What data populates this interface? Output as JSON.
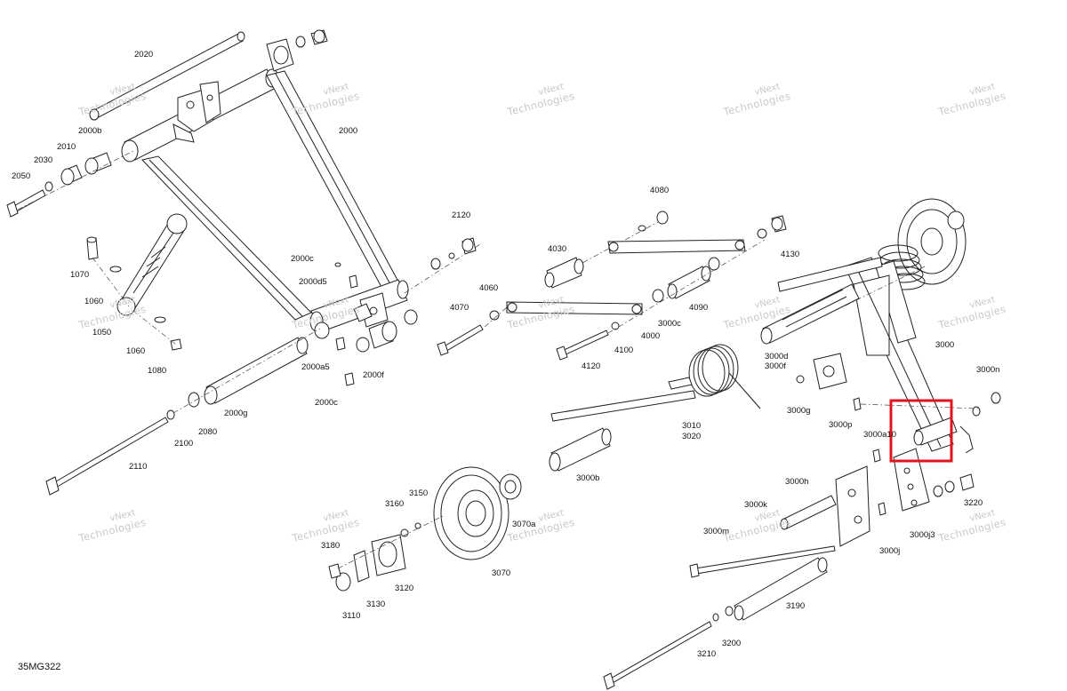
{
  "diagram_code": "35MG322",
  "watermark": {
    "line1": "vNext",
    "line2": "Technologies"
  },
  "highlight_color": "#e0141e",
  "labels": {
    "p2020": "2020",
    "p2000b": "2000b",
    "p2010": "2010",
    "p2030": "2030",
    "p2050": "2050",
    "p2000": "2000",
    "p1070": "1070",
    "p1060a": "1060",
    "p1050": "1050",
    "p1060b": "1060",
    "p1080": "1080",
    "p2120": "2120",
    "p2000c_a": "2000c",
    "p2000d5": "2000d5",
    "p2000a5": "2000a5",
    "p2000f": "2000f",
    "p2000c_b": "2000c",
    "p2000g": "2000g",
    "p2100": "2100",
    "p2080": "2080",
    "p2110": "2110",
    "p4080": "4080",
    "p4030": "4030",
    "p4130": "4130",
    "p4060": "4060",
    "p4070": "4070",
    "p4090": "4090",
    "p3000c": "3000c",
    "p4000": "4000",
    "p4100": "4100",
    "p4120": "4120",
    "p3000": "3000",
    "p3000d": "3000d",
    "p3000f": "3000f",
    "p3000n": "3000n",
    "p3000g": "3000g",
    "p3000p": "3000p",
    "p3000a10": "3000a10",
    "p3010": "3010",
    "p3020": "3020",
    "p3000b": "3000b",
    "p3000h": "3000h",
    "p3220": "3220",
    "p3000k": "3000k",
    "p3000m": "3000m",
    "p3000j3": "3000j3",
    "p3000j": "3000j",
    "p3150": "3150",
    "p3160": "3160",
    "p3070a": "3070a",
    "p3180": "3180",
    "p3070": "3070",
    "p3120": "3120",
    "p3130": "3130",
    "p3110": "3110",
    "p3190": "3190",
    "p3200": "3200",
    "p3210": "3210"
  }
}
